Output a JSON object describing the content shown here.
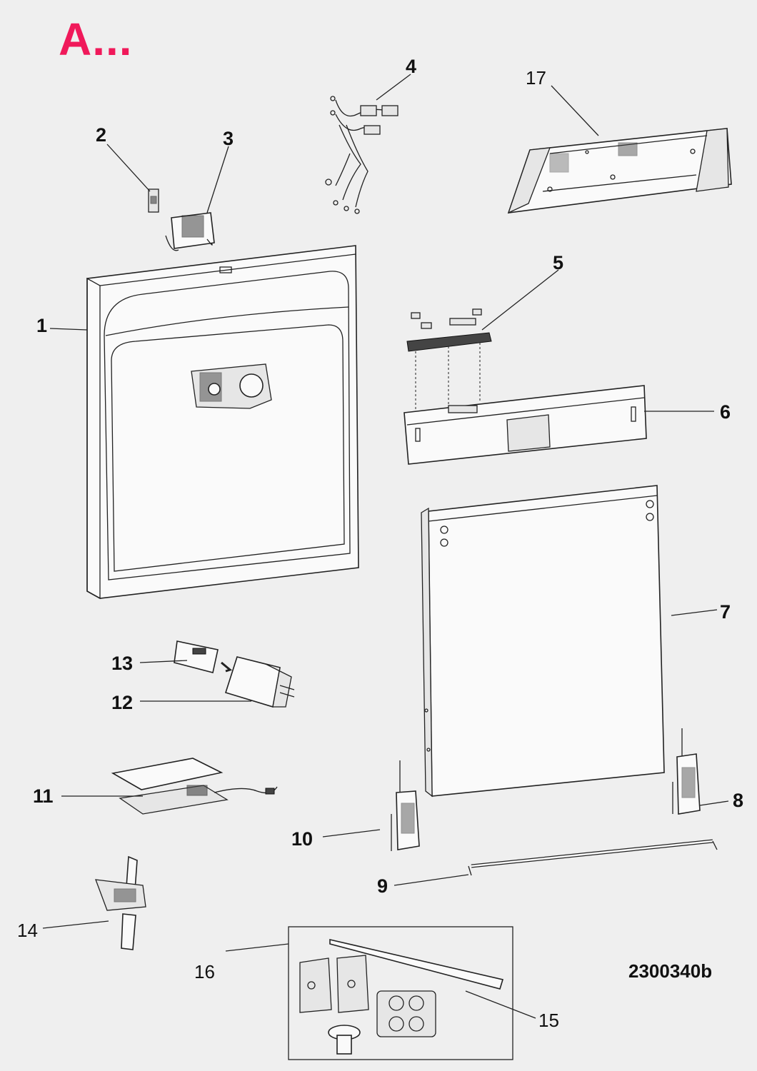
{
  "header": {
    "title": "A...",
    "title_color": "#f0195a"
  },
  "diagram_code": "2300340b",
  "callouts": [
    {
      "id": "c1",
      "text": "1"
    },
    {
      "id": "c2",
      "text": "2"
    },
    {
      "id": "c3",
      "text": "3"
    },
    {
      "id": "c4",
      "text": "4"
    },
    {
      "id": "c5",
      "text": "5"
    },
    {
      "id": "c6",
      "text": "6"
    },
    {
      "id": "c7",
      "text": "7"
    },
    {
      "id": "c8",
      "text": "8"
    },
    {
      "id": "c9",
      "text": "9"
    },
    {
      "id": "c10",
      "text": "10"
    },
    {
      "id": "c11",
      "text": "11"
    },
    {
      "id": "c12",
      "text": "12"
    },
    {
      "id": "c13",
      "text": "13"
    },
    {
      "id": "c14",
      "text": "14"
    },
    {
      "id": "c15",
      "text": "15"
    },
    {
      "id": "c16",
      "text": "16"
    },
    {
      "id": "c17",
      "text": "17"
    }
  ]
}
